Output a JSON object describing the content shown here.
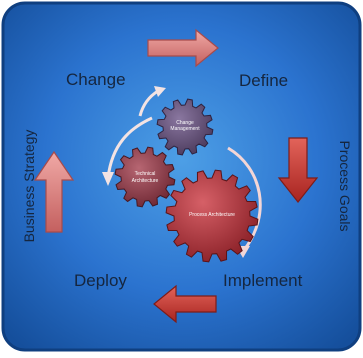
{
  "phases": {
    "change": "Change",
    "define": "Define",
    "implement": "Implement",
    "deploy": "Deploy"
  },
  "sides": {
    "left": "Business Strategy",
    "right": "Process Goals"
  },
  "gears": {
    "change_management": [
      "Change",
      "Management"
    ],
    "technical_architecture": [
      "Technical",
      "Architecture"
    ],
    "process_architecture": "Process Architecture"
  },
  "colors": {
    "panel_blue": "#1f5fb5",
    "arrow_pink": "#d9787a",
    "arrow_red": "#c8322d",
    "gear_purple": "#5f4b6e",
    "gear_maroon": "#8e3b46",
    "gear_red": "#b0363d",
    "text_dark": "#15263f"
  }
}
